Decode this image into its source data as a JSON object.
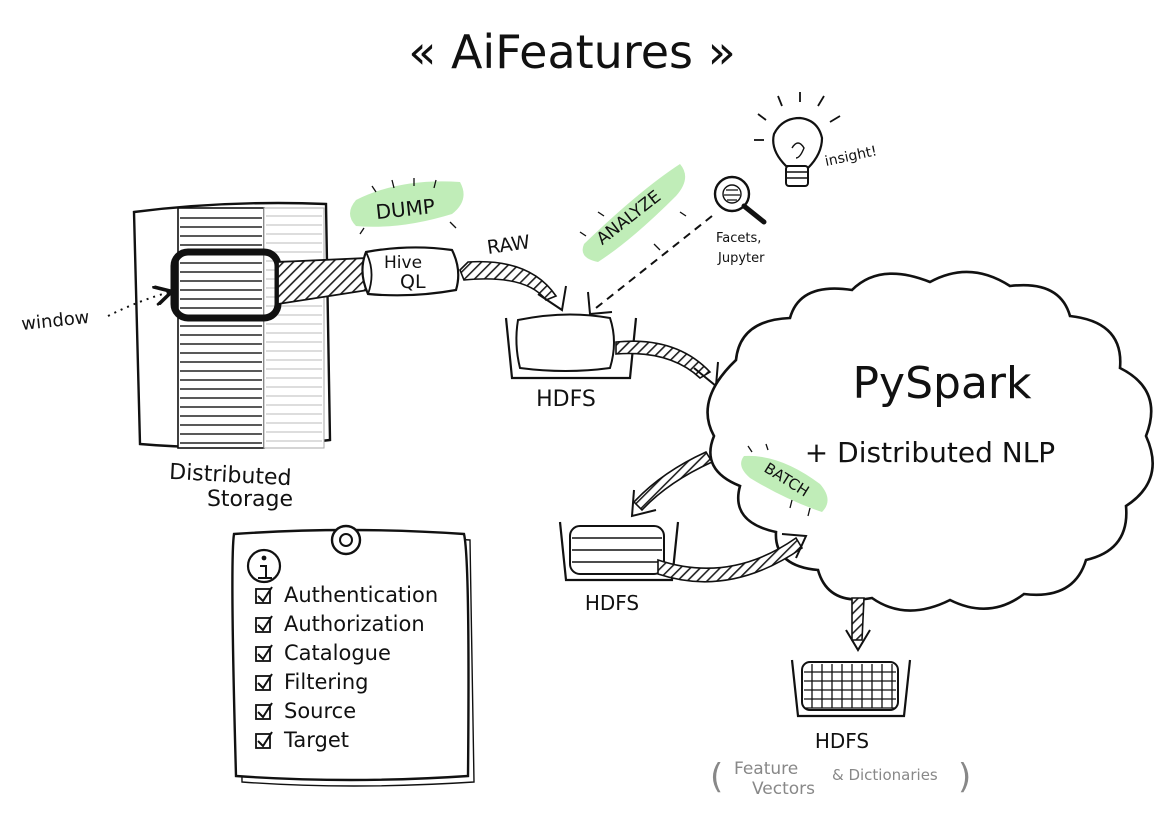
{
  "title": "« AiFeatures »",
  "storage": {
    "label_line1": "Distributed",
    "label_line2": "Storage",
    "window_label": "window"
  },
  "dump_label": "DUMP",
  "hiveql": {
    "line1": "Hive",
    "line2": "QL"
  },
  "raw_label": "RAW",
  "analyze_label": "ANALYZE",
  "facets_label_line1": "Facets,",
  "facets_label_line2": "Jupyter",
  "insight_label": "insight!",
  "hdfs_top": "HDFS",
  "cloud": {
    "title": "PySpark",
    "subtitle": "+ Distributed NLP"
  },
  "batch_label": "BATCH",
  "hdfs_mid": "HDFS",
  "hdfs_bottom": "HDFS",
  "outputs": {
    "paren_open": "(",
    "feature": "Feature",
    "vectors": "Vectors",
    "amp_dict": "& Dictionaries",
    "paren_close": ")"
  },
  "checklist": {
    "items": [
      "Authentication",
      "Authorization",
      "Catalogue",
      "Filtering",
      "Source",
      "Target"
    ]
  },
  "colors": {
    "highlight": "#b9ebb0",
    "ink": "#111111",
    "hatch": "#333333"
  },
  "icons": [
    "lightbulb-icon",
    "magnifier-icon",
    "info-icon",
    "pin-icon",
    "checkbox-icon"
  ]
}
